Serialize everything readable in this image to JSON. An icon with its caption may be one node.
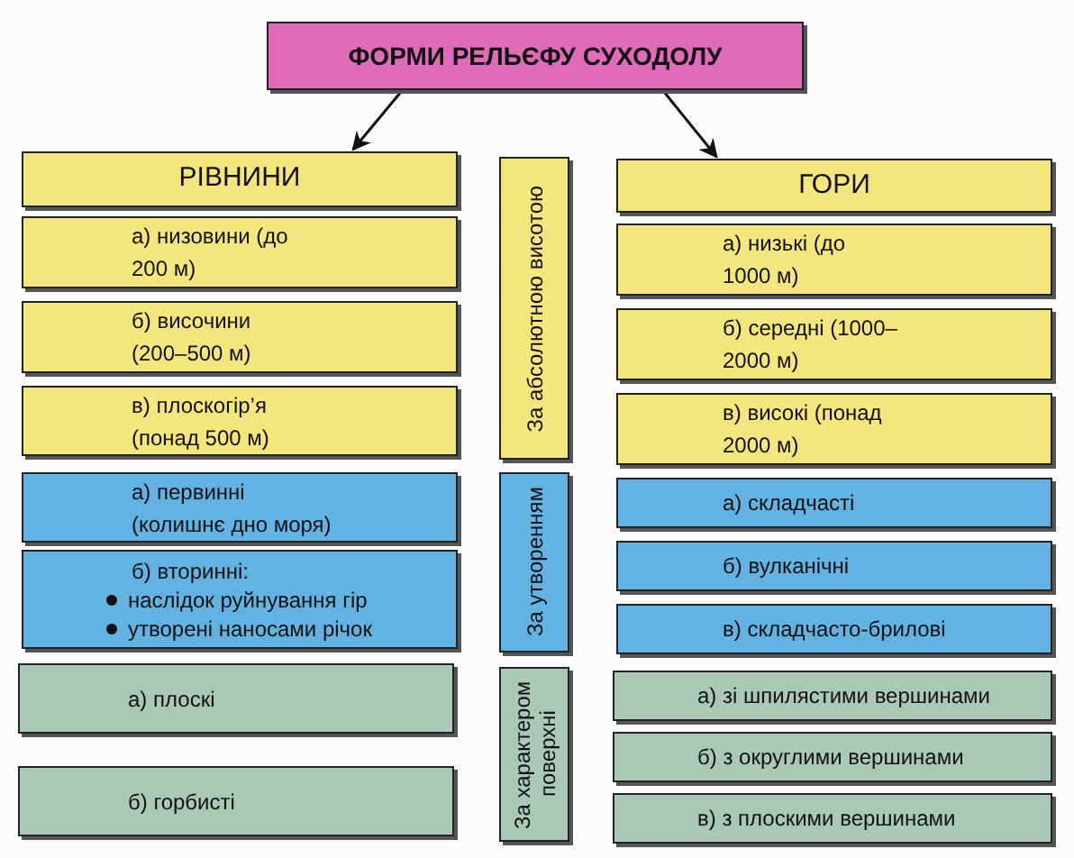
{
  "diagram": {
    "nodes": [
      {
        "text": [
          "ФОРМИ РЕЛЬЄФУ СУХОДОЛУ"
        ]
      },
      {
        "text": [
          "РІВНИНИ"
        ]
      },
      {
        "text": [
          "ГОРИ"
        ]
      },
      {
        "text": [
          "За абсолютною висотою"
        ]
      },
      {
        "text": [
          "а) низовини (до 200 м)"
        ]
      },
      {
        "text": [
          "б) височини (200–500 м)"
        ]
      },
      {
        "text": [
          "в) плоскогір’я (понад 500 м)"
        ]
      },
      {
        "text": [
          "а) низькі (до 1000 м)"
        ]
      },
      {
        "text": [
          "б) середні (1000–2000 м)"
        ]
      },
      {
        "text": [
          "в) високі (понад 2000 м)"
        ]
      },
      {
        "text": [
          "За утворенням"
        ]
      },
      {
        "text": [
          "а) первинні (колишнє дно моря)"
        ]
      },
      {
        "text": [
          "б) вторинні:",
          "наслідок руйнування гір",
          "утворені наносами річок"
        ]
      },
      {
        "text": [
          "а) складчасті"
        ]
      },
      {
        "text": [
          "б) вулканічні"
        ]
      },
      {
        "text": [
          "в) складчасто-брилові"
        ]
      },
      {
        "text": [
          "За характером поверхні"
        ]
      },
      {
        "text": [
          "а) плоскі"
        ]
      },
      {
        "text": [
          "б) горбисті"
        ]
      },
      {
        "text": [
          "а) зі шпилястими вершинами"
        ]
      },
      {
        "text": [
          "б) з округлими вершинами"
        ]
      },
      {
        "text": [
          "в) з плоскими вершинами"
        ]
      }
    ],
    "edges": [
      {
        "from": 0,
        "to": 1,
        "arrow": "to"
      },
      {
        "from": 0,
        "to": 2,
        "arrow": "to"
      }
    ]
  }
}
